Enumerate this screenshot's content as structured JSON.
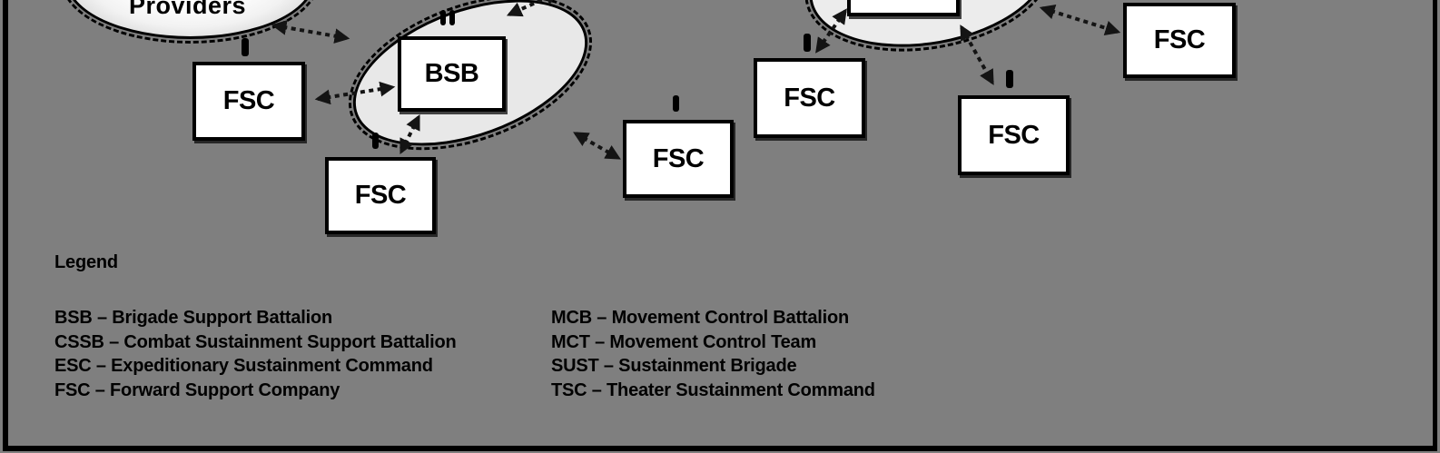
{
  "colors": {
    "background": "#7f7f7f",
    "box_fill": "#ffffff",
    "line_color": "#000000",
    "bsb_ellipse_fill": "#e8e8e8",
    "right_ellipse_fill": "#ececec"
  },
  "diagram": {
    "providers_ellipse": {
      "label": "Providers"
    },
    "bsb_unit": {
      "label": "BSB",
      "echelon": "II"
    },
    "fsc_units": [
      {
        "id": "fsc-1",
        "label": "FSC",
        "echelon": "I"
      },
      {
        "id": "fsc-2",
        "label": "FSC",
        "echelon": "I"
      },
      {
        "id": "fsc-3",
        "label": "FSC",
        "echelon": "I"
      },
      {
        "id": "fsc-4",
        "label": "FSC",
        "echelon": "I"
      },
      {
        "id": "fsc-5",
        "label": "FSC"
      },
      {
        "id": "fsc-6",
        "label": "FSC",
        "echelon": "I"
      }
    ]
  },
  "legend": {
    "title": "Legend",
    "left_column": [
      "BSB – Brigade Support Battalion",
      "CSSB – Combat Sustainment Support Battalion",
      "ESC – Expeditionary Sustainment Command",
      "FSC – Forward Support Company"
    ],
    "right_column": [
      "MCB – Movement Control Battalion",
      "MCT – Movement Control Team",
      "SUST – Sustainment Brigade",
      "TSC – Theater Sustainment Command"
    ]
  }
}
